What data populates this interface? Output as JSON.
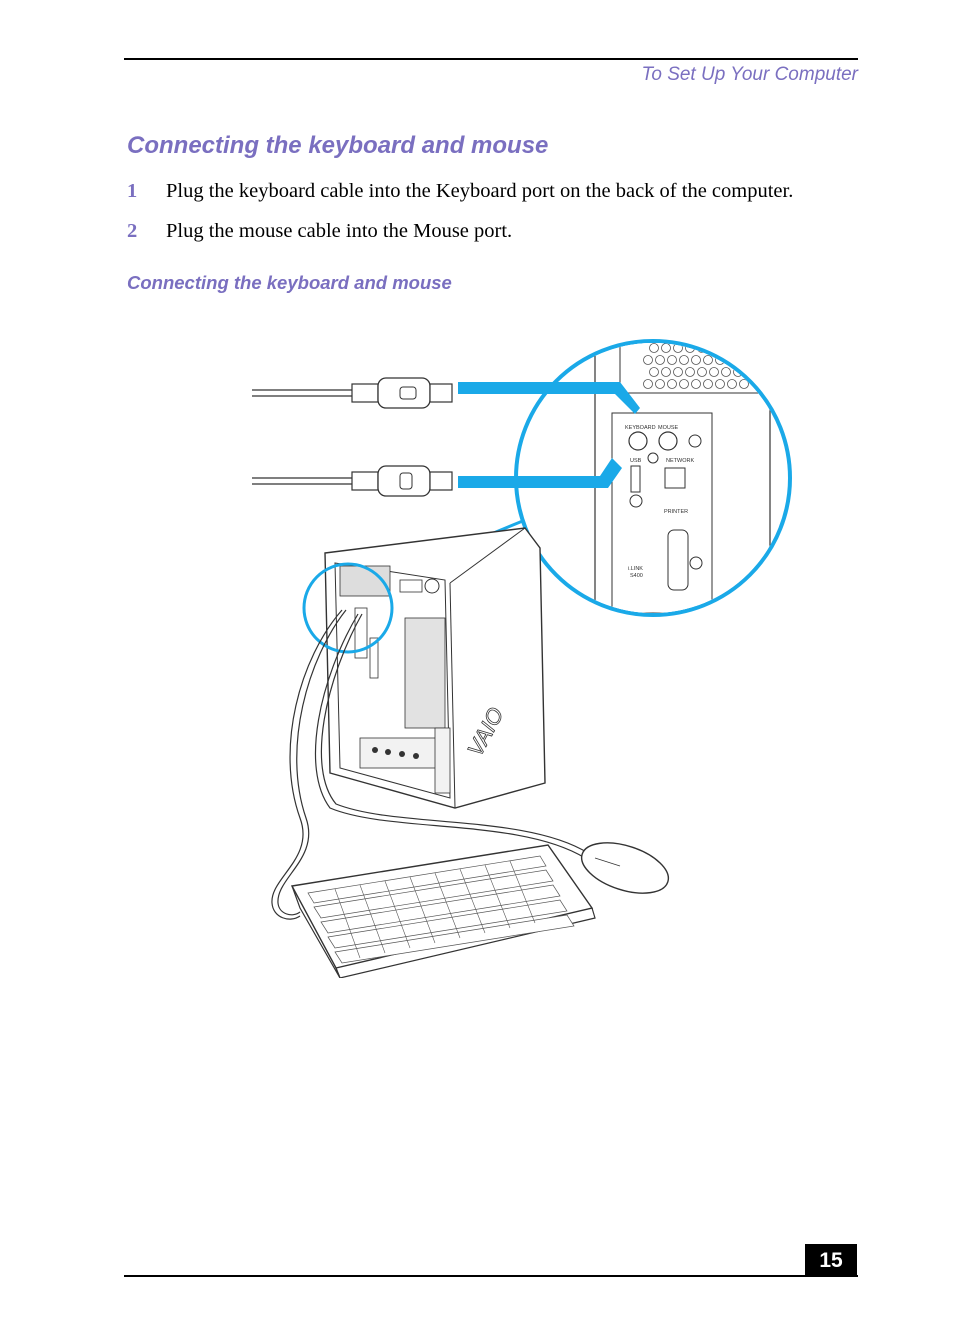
{
  "header": {
    "running_head": "To Set Up Your Computer"
  },
  "section": {
    "title": "Connecting the keyboard and mouse",
    "steps": [
      {
        "number": "1",
        "text": "Plug the keyboard cable into the Keyboard port on the back of the computer."
      },
      {
        "number": "2",
        "text": "Plug the mouse cable into the Mouse port."
      }
    ]
  },
  "figure": {
    "caption": "Connecting the keyboard and mouse",
    "port_labels": {
      "keyboard": "KEYBOARD",
      "mouse": "MOUSE",
      "usb": "USB",
      "network": "NETWORK",
      "printer": "PRINTER",
      "ilink": "i.LINK",
      "ilink_speed": "S400"
    },
    "accent_color": "#1aa9e8"
  },
  "footer": {
    "page_number": "15"
  }
}
